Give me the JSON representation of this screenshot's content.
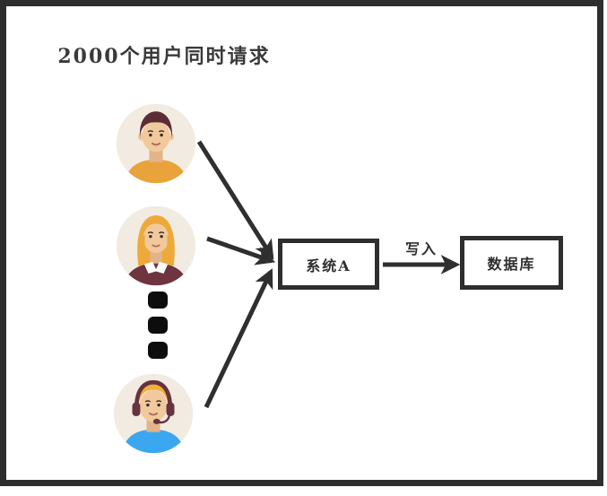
{
  "title": {
    "text": "2000个用户同时请求"
  },
  "nodes": {
    "system_a": {
      "label": "系统A"
    },
    "database": {
      "label": "数据库"
    }
  },
  "edges": {
    "write_label": "写入"
  },
  "icons": {
    "user_1": "male-user-avatar",
    "user_2": "female-user-avatar",
    "user_3": "headset-user-avatar",
    "ellipsis": "vertical-ellipsis-dots"
  },
  "colors": {
    "frame": "#2e2e2e",
    "arrow": "#2f2f2f",
    "box_border": "#2e2e2e",
    "text": "#3a3a3a",
    "avatar_bg": "#f2ebe1",
    "skin": "#f1c99c",
    "skin_shadow": "#e2b489",
    "hair_dark": "#5d2d36",
    "hair_blonde": "#edaa3b",
    "hair_gold": "#f0b03a",
    "shirt_orange": "#e8a33b",
    "top_maroon": "#6e3440",
    "collar_white": "#ffffff",
    "shirt_blue": "#3aa7f0",
    "headset": "#67333f",
    "eyes": "#3a2b22",
    "mouth": "#b06a5e",
    "dot": "#0d0d0d"
  }
}
